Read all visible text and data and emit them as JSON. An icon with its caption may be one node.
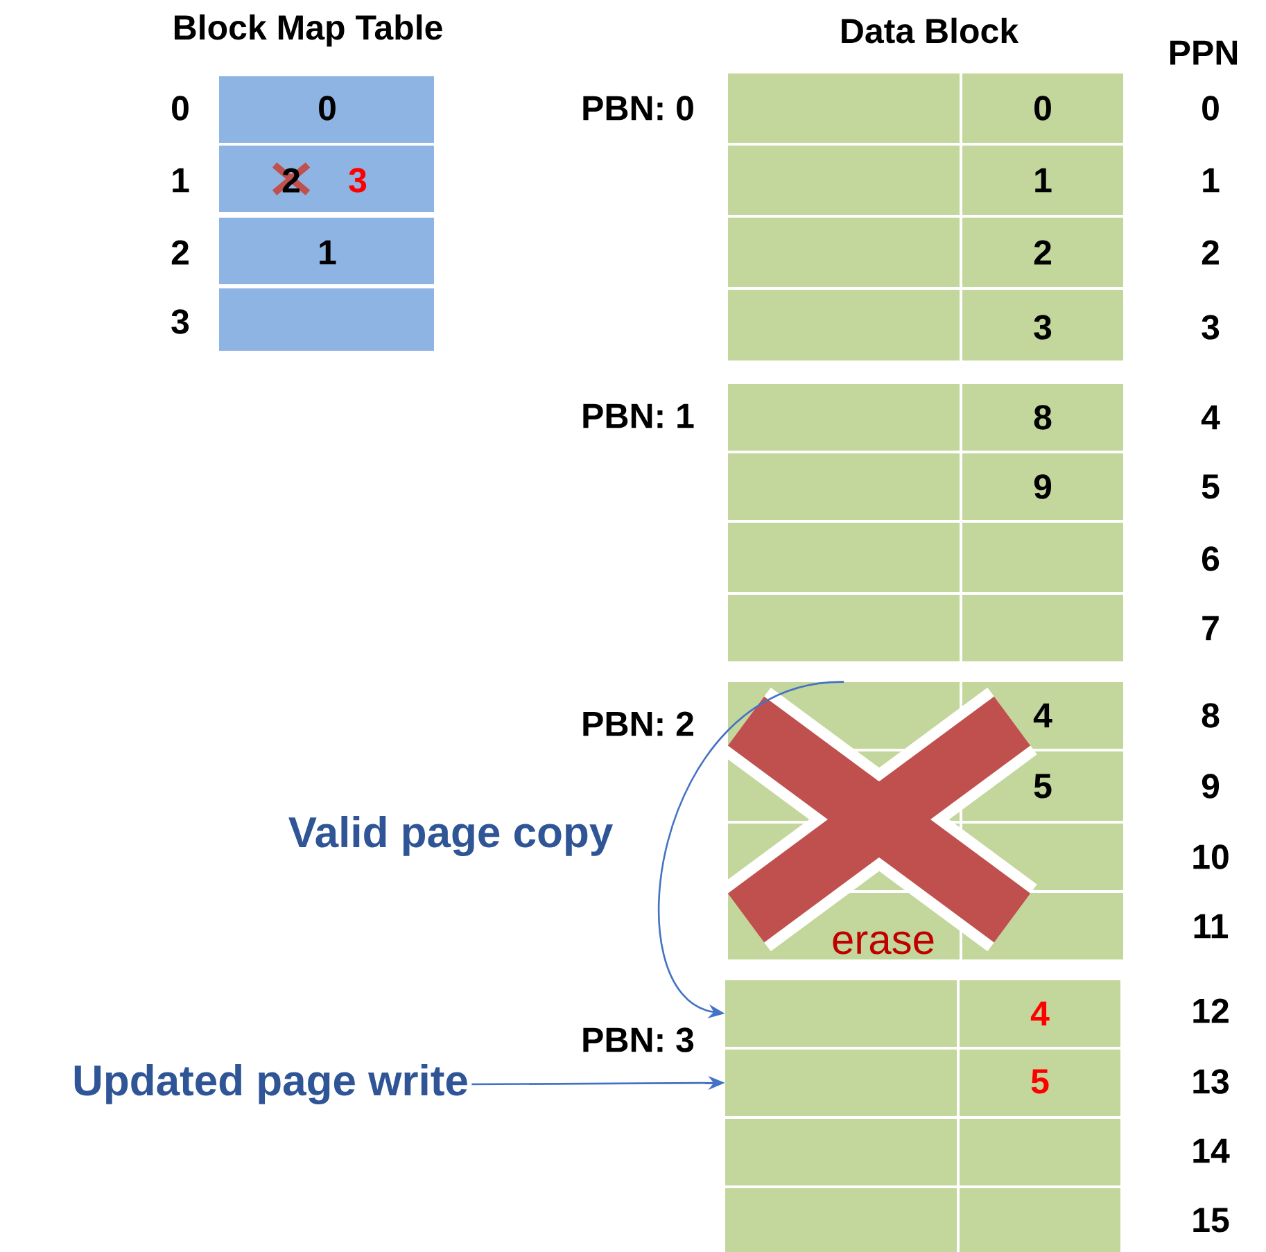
{
  "diagram": {
    "nodes": [
      {
        "text": [],
        "shape": "box"
      },
      {
        "text": [],
        "shape": "box"
      },
      {
        "text": [
          "Updated page write"
        ]
      },
      {
        "text": [],
        "shape": "box"
      }
    ],
    "edges": [
      {
        "from": 0,
        "to": 1,
        "arrow": "to",
        "label": "Valid page copy"
      },
      {
        "from": 2,
        "to": 3,
        "arrow": "to"
      }
    ],
    "labels": [
      "Block Map Table",
      "Data Block",
      "PPN",
      "0",
      "0",
      "PBN: 0",
      "0",
      "0",
      "1",
      "2",
      "3",
      "1",
      "1",
      "2",
      "1",
      "2",
      "2",
      "3",
      "3",
      "3",
      "PBN: 1",
      "8",
      "4",
      "9",
      "5",
      "6",
      "7",
      "PBN: 2",
      "4",
      "8",
      "5",
      "9",
      "10",
      "11",
      "erase",
      "4",
      "12",
      "PBN: 3",
      "5",
      "13",
      "14",
      "15"
    ]
  }
}
